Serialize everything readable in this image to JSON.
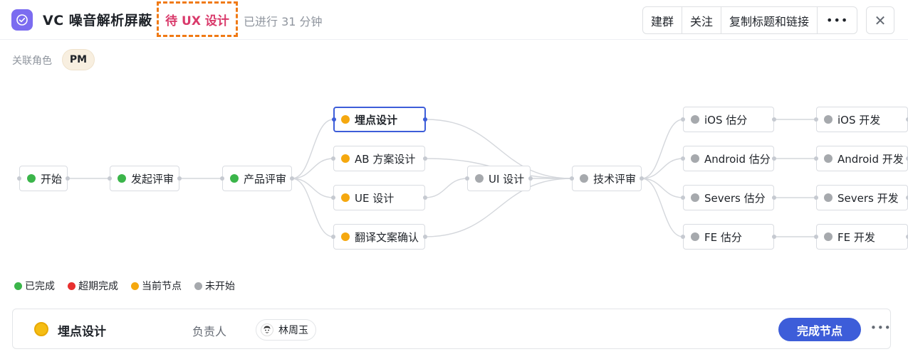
{
  "header": {
    "title": "VC 噪音解析屏蔽",
    "status": "待 UX 设计",
    "elapsed": "已进行 31 分钟",
    "actions": [
      "建群",
      "关注",
      "复制标题和链接"
    ],
    "more": "•••",
    "close": "✕"
  },
  "role": {
    "label": "关联角色",
    "chip": "PM"
  },
  "status_colors": {
    "done": "#3bb54a",
    "overdue": "#e8302f",
    "current": "#f5a80f",
    "not_started": "#a6a9ad"
  },
  "flow": {
    "nodes": [
      {
        "id": "start",
        "label": "开始",
        "status": "done"
      },
      {
        "id": "review-start",
        "label": "发起评审",
        "status": "done"
      },
      {
        "id": "product-review",
        "label": "产品评审",
        "status": "done"
      },
      {
        "id": "tracking-design",
        "label": "埋点设计",
        "status": "current",
        "active": true
      },
      {
        "id": "ab-plan",
        "label": "AB 方案设计",
        "status": "current"
      },
      {
        "id": "ue-design",
        "label": "UE 设计",
        "status": "current"
      },
      {
        "id": "copy-confirm",
        "label": "翻译文案确认",
        "status": "current"
      },
      {
        "id": "ui-design",
        "label": "UI 设计",
        "status": "not_started"
      },
      {
        "id": "tech-review",
        "label": "技术评审",
        "status": "not_started"
      },
      {
        "id": "ios-estimate",
        "label": "iOS 估分",
        "status": "not_started"
      },
      {
        "id": "android-estimate",
        "label": "Android 估分",
        "status": "not_started"
      },
      {
        "id": "severs-estimate",
        "label": "Severs 估分",
        "status": "not_started"
      },
      {
        "id": "fe-estimate",
        "label": "FE 估分",
        "status": "not_started"
      },
      {
        "id": "ios-dev",
        "label": "iOS 开发",
        "status": "not_started"
      },
      {
        "id": "android-dev",
        "label": "Android 开发",
        "status": "not_started"
      },
      {
        "id": "severs-dev",
        "label": "Severs 开发",
        "status": "not_started"
      },
      {
        "id": "fe-dev",
        "label": "FE 开发",
        "status": "not_started"
      }
    ],
    "edges": [
      [
        "start",
        "review-start"
      ],
      [
        "review-start",
        "product-review"
      ],
      [
        "product-review",
        "tracking-design"
      ],
      [
        "product-review",
        "ab-plan"
      ],
      [
        "product-review",
        "ue-design"
      ],
      [
        "product-review",
        "copy-confirm"
      ],
      [
        "ue-design",
        "ui-design"
      ],
      [
        "ui-design",
        "tech-review"
      ],
      [
        "tracking-design",
        "tech-review"
      ],
      [
        "ab-plan",
        "tech-review"
      ],
      [
        "copy-confirm",
        "tech-review"
      ],
      [
        "tech-review",
        "ios-estimate"
      ],
      [
        "tech-review",
        "android-estimate"
      ],
      [
        "tech-review",
        "severs-estimate"
      ],
      [
        "tech-review",
        "fe-estimate"
      ],
      [
        "ios-estimate",
        "ios-dev"
      ],
      [
        "android-estimate",
        "android-dev"
      ],
      [
        "severs-estimate",
        "severs-dev"
      ],
      [
        "fe-estimate",
        "fe-dev"
      ]
    ]
  },
  "legend": [
    {
      "label": "已完成",
      "status": "done"
    },
    {
      "label": "超期完成",
      "status": "overdue"
    },
    {
      "label": "当前节点",
      "status": "current"
    },
    {
      "label": "未开始",
      "status": "not_started"
    }
  ],
  "current_node": {
    "name": "埋点设计",
    "owner_label": "负责人",
    "owner_name": "林周玉",
    "done_button": "完成节点",
    "more": "•••"
  }
}
